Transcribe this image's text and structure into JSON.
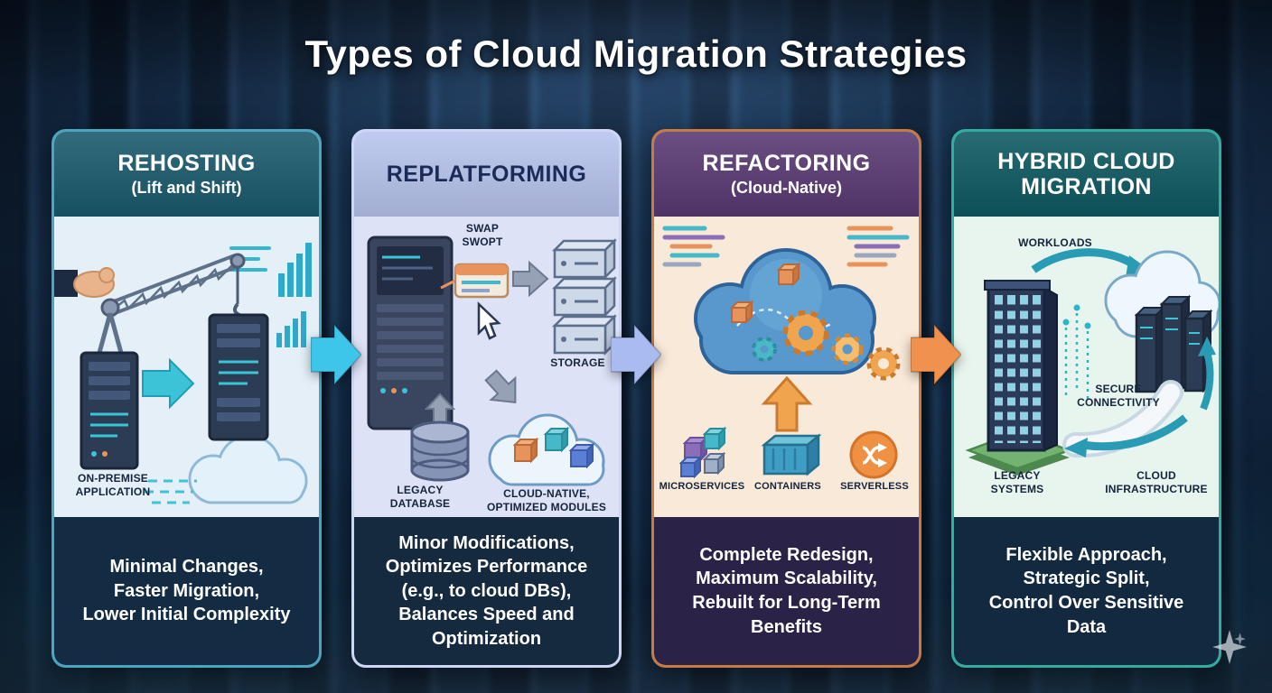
{
  "title": "Types of Cloud Migration Strategies",
  "cards": [
    {
      "id": "rehosting",
      "title": "REHOSTING",
      "subtitle": "(Lift and Shift)",
      "benefits": "Minimal Changes,\nFaster Migration,\nLower Initial Complexity",
      "diagram_labels": {
        "on_premise": "ON-PREMISE\nAPPLICATION"
      },
      "colors": {
        "header_bg": "#1a5b6e",
        "header_text": "#ffffff",
        "body_bg": "#e4eff7",
        "footer_bg": "#142c43",
        "border": "#4aa6c0"
      }
    },
    {
      "id": "replatforming",
      "title": "REPLATFORMING",
      "subtitle": "",
      "benefits": "Minor Modifications,\nOptimizes Performance\n(e.g., to cloud DBs),\nBalances Speed and\nOptimization",
      "diagram_labels": {
        "swap": "SWAP\nSWOPT",
        "storage": "STORAGE",
        "legacy_database": "LEGACY\nDATABASE",
        "cloud_native": "CLOUD-NATIVE,\nOPTIMIZED MODULES"
      },
      "colors": {
        "header_bg": "#b9c5ef",
        "header_text": "#1c2a56",
        "body_bg": "#dde2f7",
        "footer_bg": "#15293f",
        "border": "#cdd6f5"
      }
    },
    {
      "id": "refactoring",
      "title": "REFACTORING",
      "subtitle": "(Cloud-Native)",
      "benefits": "Complete Redesign,\nMaximum Scalability,\nRebuilt for Long-Term\nBenefits",
      "diagram_labels": {
        "microservices": "MICROSERVICES",
        "containers": "CONTAINERS",
        "serverless": "SERVERLESS"
      },
      "colors": {
        "header_bg": "#5a3a74",
        "header_text": "#ffffff",
        "body_bg": "#f8e9d8",
        "footer_bg": "#2b2247",
        "border": "#c87a45"
      }
    },
    {
      "id": "hybrid-cloud-migration",
      "title": "HYBRID CLOUD MIGRATION",
      "subtitle": "",
      "benefits": "Flexible Approach,\nStrategic Split,\nControl Over Sensitive\nData",
      "diagram_labels": {
        "workloads": "WORKLOADS",
        "secure_connectivity": "SECURE\nCONNECTIVITY",
        "legacy_systems": "LEGACY\nSYSTEMS",
        "cloud_infrastructure": "CLOUD\nINFRASTRUCTURE"
      },
      "colors": {
        "header_bg": "#0f5a63",
        "header_text": "#ffffff",
        "body_bg": "#e7f5ee",
        "footer_bg": "#122940",
        "border": "#2fae9f"
      }
    }
  ],
  "arrows": [
    {
      "id": "arrow-1",
      "color": "#3ec6ea"
    },
    {
      "id": "arrow-2",
      "color": "#a9bbf0"
    },
    {
      "id": "arrow-3",
      "color": "#f0924e"
    }
  ]
}
